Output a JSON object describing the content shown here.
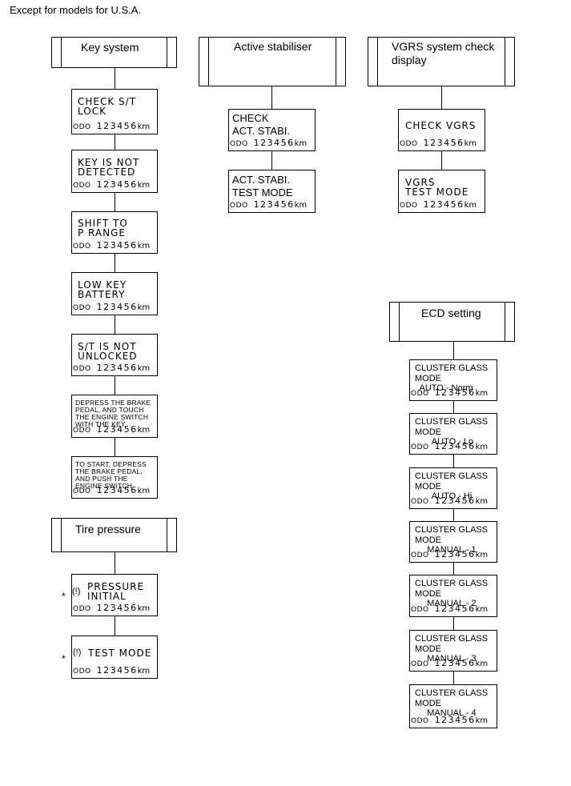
{
  "note": "Except for models for U.S.A.",
  "odo": {
    "label": "ODO",
    "value": "123456",
    "unit": "km"
  },
  "key_system": {
    "title": "Key system",
    "items": [
      "CHECK S/T\nLOCK",
      "KEY IS NOT\nDETECTED",
      "SHIFT TO\nP RANGE",
      "LOW KEY\nBATTERY",
      "S/T IS NOT\nUNLOCKED",
      "DEPRESS THE BRAKE\nPEDAL, AND TOUCH\nTHE ENGINE SWITCH\nWITH THE KEY",
      "TO START, DEPRESS\nTHE BRAKE PEDAL,\nAND PUSH THE\nENGINE SWITCH"
    ]
  },
  "active_stabiliser": {
    "title": "Active stabiliser",
    "items": [
      "CHECK\nACT. STABI.",
      "ACT. STABI.\nTEST MODE"
    ]
  },
  "vgrs": {
    "title": "VGRS system check\ndisplay",
    "items": [
      "CHECK VGRS",
      "VGRS\nTEST MODE"
    ]
  },
  "tire_pressure": {
    "title": "Tire pressure",
    "items": [
      "PRESSURE\nINITIAL",
      "TEST MODE"
    ],
    "star": "*",
    "icon_glyph": "(!)"
  },
  "ecd": {
    "title": "ECD setting",
    "items": [
      "CLUSTER GLASS\nMODE\n  AUTO - Norm",
      "CLUSTER GLASS\nMODE\n       AUTO - Lo",
      "CLUSTER GLASS\nMODE\n       AUTO - Hi",
      "CLUSTER GLASS\nMODE\n     MANUAL - 1",
      "CLUSTER GLASS\nMODE\n     MANUAL - 2",
      "CLUSTER GLASS\nMODE\n     MANUAL - 3",
      "CLUSTER GLASS\nMODE\n     MANUAL - 4"
    ]
  }
}
